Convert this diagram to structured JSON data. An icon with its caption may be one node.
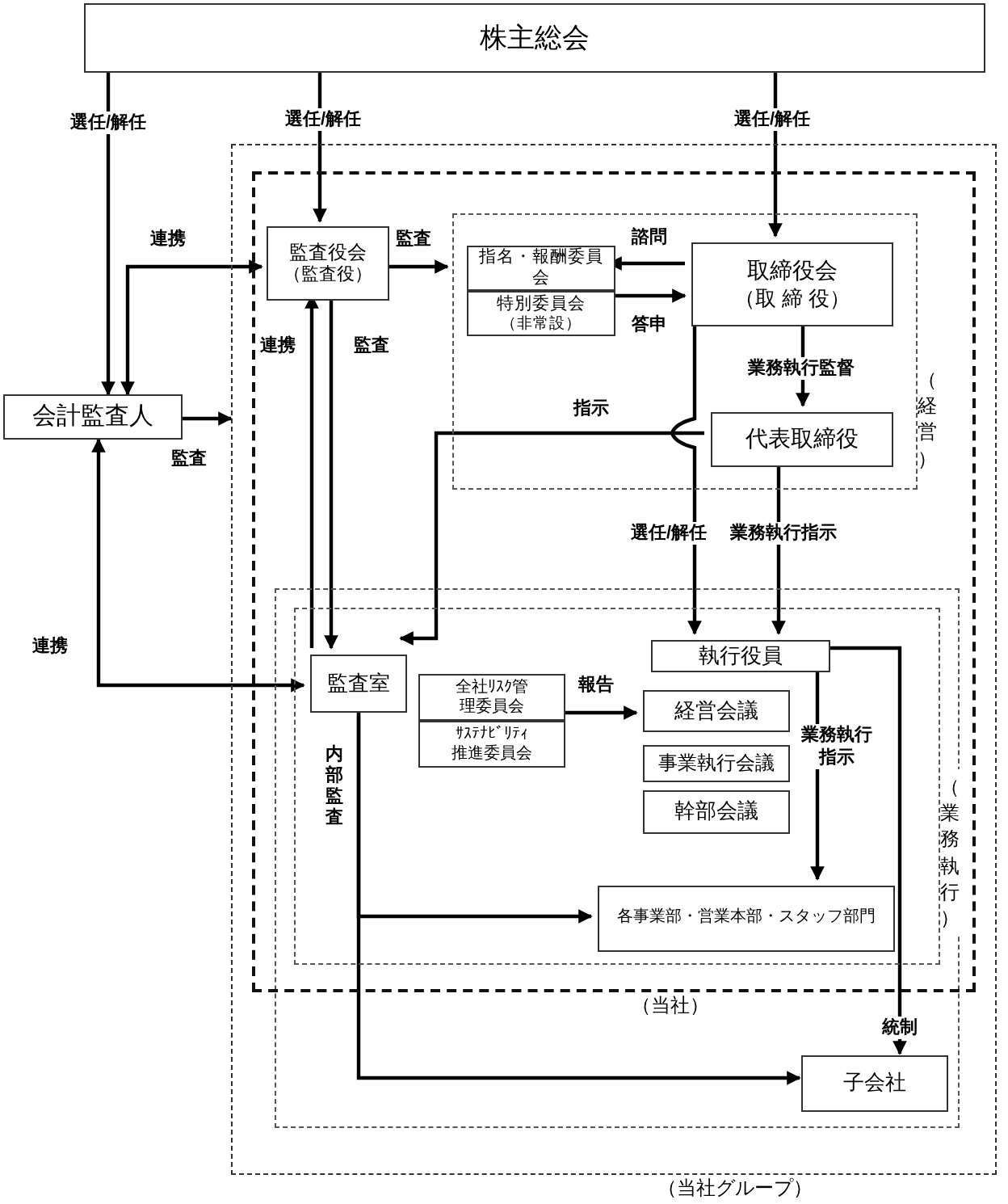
{
  "diagram": {
    "nodes": [
      {
        "text": [
          "株主総会"
        ]
      },
      {
        "text": [
          "（当社グループ）"
        ]
      },
      {
        "text": [
          "（当社）"
        ],
        "in": 1
      },
      {
        "text": [
          "監査役会",
          "（監査役）"
        ],
        "in": 2
      },
      {
        "text": [
          "（経営）"
        ],
        "in": 2
      },
      {
        "text": [
          "指名・報酬委員会"
        ],
        "in": 4
      },
      {
        "text": [
          "特別委員会",
          "（非常設）"
        ],
        "in": 4
      },
      {
        "text": [
          "取締役会",
          "（取 締 役）"
        ],
        "in": 4
      },
      {
        "text": [
          "代表取締役"
        ],
        "in": 4
      },
      {
        "text": [
          "会計監査人"
        ]
      },
      {
        "text": [
          "（業務執行）"
        ],
        "in": 2
      },
      {
        "text": [
          "監査室"
        ],
        "in": 10
      },
      {
        "text": [
          "全社ﾘｽｸ管理委員会"
        ],
        "in": 10
      },
      {
        "text": [
          "ｻｽﾃﾅﾋﾞﾘﾃｨ推進委員会"
        ],
        "in": 10
      },
      {
        "text": [
          "執行役員"
        ],
        "in": 10
      },
      {
        "text": [
          "経営会議"
        ],
        "in": 10
      },
      {
        "text": [
          "事業執行会議"
        ],
        "in": 10
      },
      {
        "text": [
          "幹部会議"
        ],
        "in": 10
      },
      {
        "text": [
          "各事業部・営業本部・スタッフ部門"
        ],
        "in": 10
      },
      {
        "text": [
          "子会社"
        ],
        "in": 1
      }
    ],
    "edges": [
      {
        "from": 0,
        "to": 9,
        "arrow": "to",
        "label": "選任/解任"
      },
      {
        "from": 0,
        "to": 3,
        "arrow": "to",
        "label": "選任/解任"
      },
      {
        "from": 0,
        "to": 7,
        "arrow": "to",
        "label": "選任/解任"
      },
      {
        "from": 9,
        "to": 3,
        "arrow": "both",
        "label": "連携"
      },
      {
        "from": 3,
        "to": 4,
        "arrow": "to",
        "label": "監査"
      },
      {
        "from": 11,
        "to": 3,
        "arrow": "to",
        "label": "連携"
      },
      {
        "from": 3,
        "to": 11,
        "arrow": "to",
        "label": "監査"
      },
      {
        "from": 9,
        "to": 1,
        "arrow": "to",
        "label": "監査"
      },
      {
        "from": 9,
        "to": 11,
        "arrow": "both",
        "label": "連携"
      },
      {
        "from": 7,
        "to": 5,
        "arrow": "to",
        "label": "諮問"
      },
      {
        "from": 6,
        "to": 7,
        "arrow": "to",
        "label": "答申"
      },
      {
        "from": 7,
        "to": 8,
        "arrow": "to",
        "label": "業務執行監督"
      },
      {
        "from": 8,
        "to": 11,
        "arrow": "to",
        "label": "指示"
      },
      {
        "from": 7,
        "to": 14,
        "arrow": "to",
        "label": "選任/解任"
      },
      {
        "from": 8,
        "to": 14,
        "arrow": "to",
        "label": "業務執行指示"
      },
      {
        "from": 12,
        "to": 15,
        "arrow": "to",
        "label": "報告"
      },
      {
        "from": 14,
        "to": 18,
        "arrow": "to",
        "label": "業務執行指示"
      },
      {
        "from": 11,
        "to": 18,
        "arrow": "to",
        "label": "内部監査"
      },
      {
        "from": 11,
        "to": 19,
        "arrow": "to"
      },
      {
        "from": 14,
        "to": 19,
        "arrow": "to",
        "label": "統制"
      }
    ]
  }
}
